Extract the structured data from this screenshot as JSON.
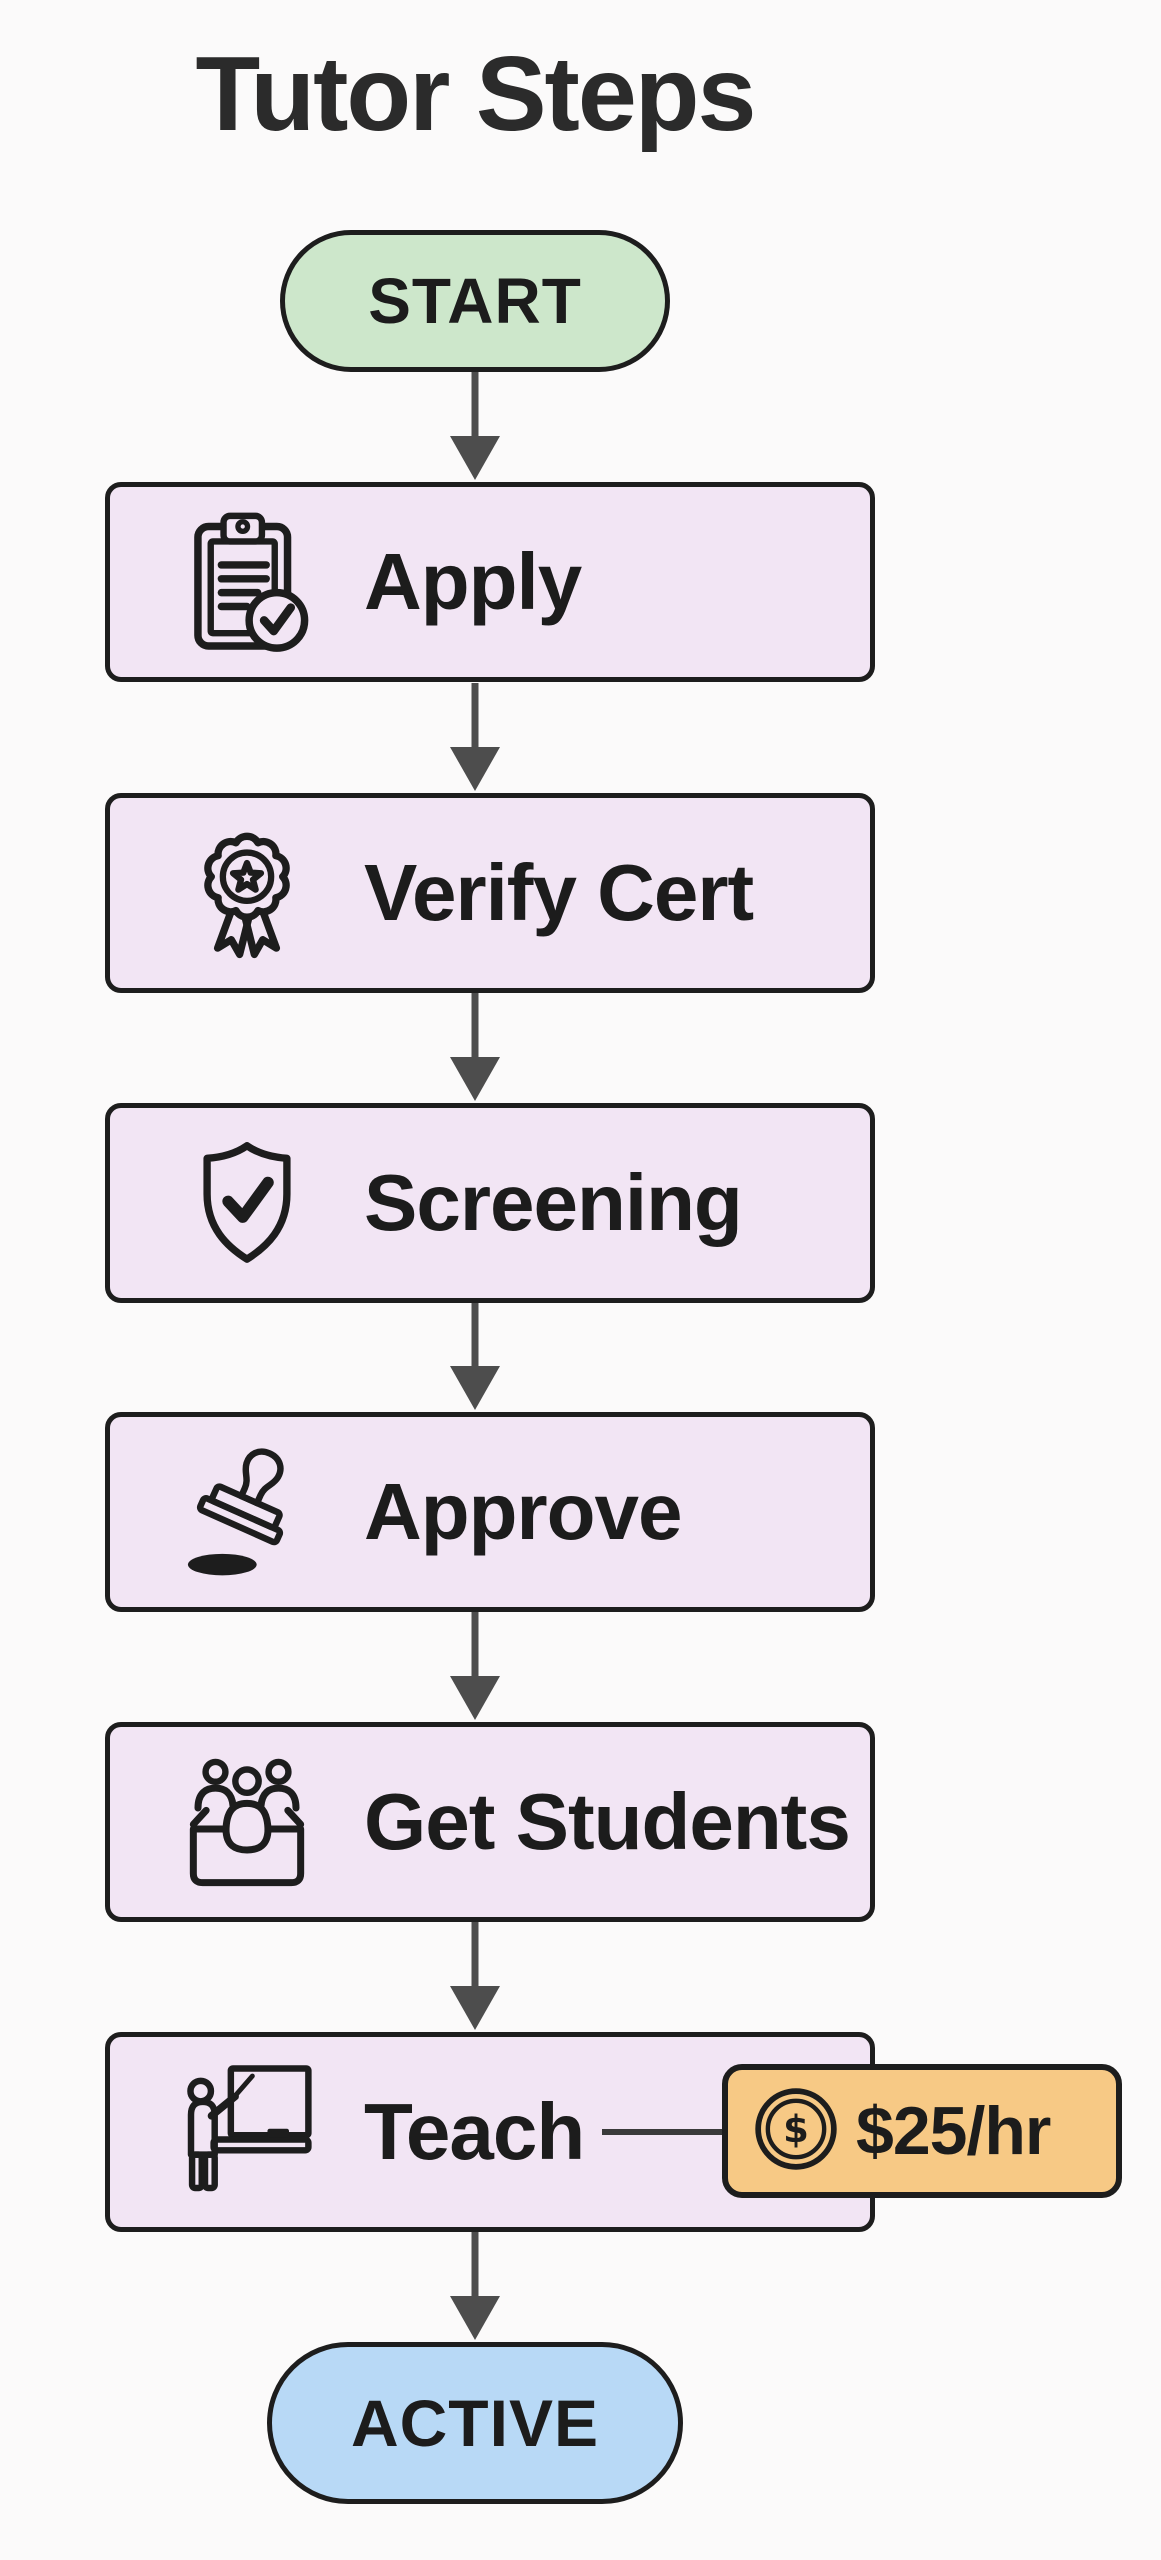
{
  "title": "Tutor Steps",
  "flow": {
    "start": {
      "label": "START"
    },
    "steps": [
      {
        "label": "Apply",
        "icon": "clipboard-check-icon"
      },
      {
        "label": "Verify Cert",
        "icon": "certificate-medal-icon"
      },
      {
        "label": "Screening",
        "icon": "shield-check-icon"
      },
      {
        "label": "Approve",
        "icon": "stamp-icon"
      },
      {
        "label": "Get Students",
        "icon": "students-inbox-icon"
      },
      {
        "label": "Teach",
        "icon": "teacher-board-icon"
      }
    ],
    "callout": {
      "label": "$25/hr",
      "coin_glyph": "$",
      "icon": "dollar-coin-icon",
      "attached_to": "Teach"
    },
    "end": {
      "label": "ACTIVE"
    }
  },
  "colors": {
    "canvas-bg": "#fbfafa",
    "node-fill": "#f2e5f4",
    "node-border": "#1d1d1d",
    "start-fill": "#cde7cb",
    "end-fill": "#b8d9f6",
    "callout-fill": "#f7c985",
    "arrow-color": "#4d4d4d",
    "connector-color": "#3a3a3a",
    "text-color": "#1c1c1c"
  }
}
